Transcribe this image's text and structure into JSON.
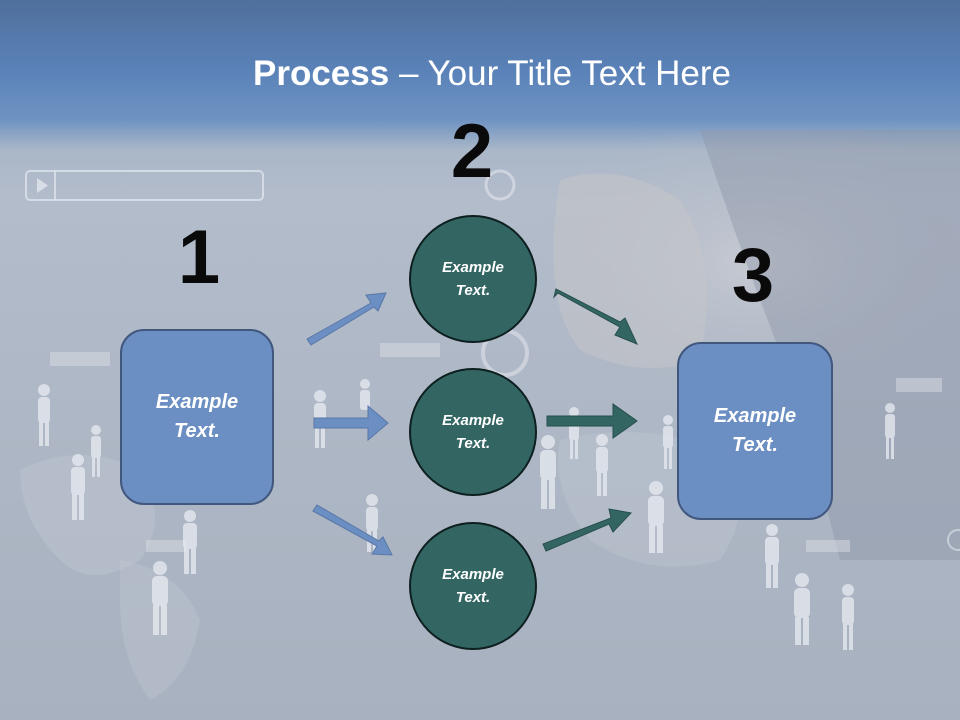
{
  "slide": {
    "title_bold": "Process",
    "title_rest": " – Your Title Text Here"
  },
  "steps": {
    "one": {
      "number": "1",
      "label": "Example Text."
    },
    "two": {
      "number": "2",
      "circles": [
        {
          "label": "Example Text."
        },
        {
          "label": "Example Text."
        },
        {
          "label": "Example Text."
        }
      ]
    },
    "three": {
      "number": "3",
      "label": "Example Text."
    }
  },
  "colors": {
    "box_fill": "#6c8fc3",
    "circle_fill": "#336663",
    "arrow_left": "#6c8fc3",
    "arrow_right": "#336663"
  }
}
